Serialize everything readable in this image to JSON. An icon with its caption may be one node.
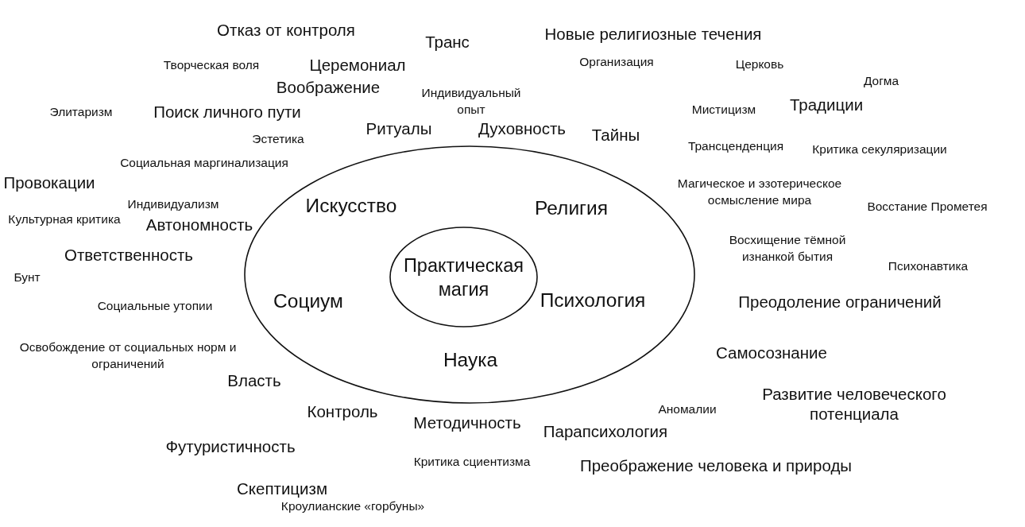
{
  "diagram": {
    "nodes": [
      {
        "text": [
          "Искусство",
          "Религия",
          "Социум",
          "Психология",
          "Наука"
        ]
      },
      {
        "text": [
          "Практическая магия"
        ],
        "in": 0
      }
    ],
    "labels": [
      "Отказ от контроля",
      "Транс",
      "Новые религиозные течения",
      "Творческая воля",
      "Церемониал",
      "Организация",
      "Церковь",
      "Воображение",
      "Догма",
      "Элитаризм",
      "Поиск личного пути",
      "Индивидуальный опыт",
      "Мистицизм",
      "Традиции",
      "Эстетика",
      "Ритуалы",
      "Духовность",
      "Тайны",
      "Трансценденция",
      "Критика секуляризации",
      "Провокации",
      "Социальная маргинализация",
      "Магическое и эзотерическое осмысление мира",
      "Культурная критика",
      "Индивидуализм",
      "Автономность",
      "Восстание Прометея",
      "Ответственность",
      "Восхищение тёмной изнанкой бытия",
      "Психонавтика",
      "Бунт",
      "Социальные утопии",
      "Преодоление ограничений",
      "Освобождение от социальных норм и ограничений",
      "Самосознание",
      "Власть",
      "Контроль",
      "Методичность",
      "Парапсихология",
      "Аномалии",
      "Развитие человеческого потенциала",
      "Футуристичность",
      "Критика сциентизма",
      "Преображение человека и природы",
      "Скептицизм",
      "Кроулианские «горбуны»"
    ]
  }
}
